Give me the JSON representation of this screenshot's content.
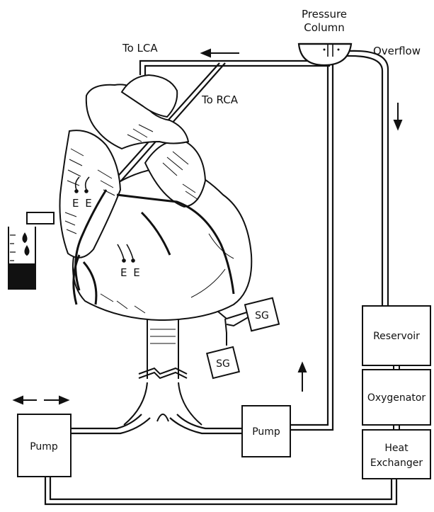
{
  "labels": {
    "pressure_column_line1": "Pressure",
    "pressure_column_line2": "Column",
    "overflow": "Overflow",
    "to_lca": "To LCA",
    "to_rca": "To RCA",
    "electrodes_upper": "E E",
    "electrodes_lower": "E E",
    "strain_gauge_1": "SG",
    "strain_gauge_2": "SG",
    "pump_left": "Pump",
    "pump_right": "Pump",
    "reservoir": "Reservoir",
    "oxygenator": "Oxygenator",
    "heat_exchanger_line1": "Heat",
    "heat_exchanger_line2": "Exchanger"
  },
  "colors": {
    "ink": "#111111",
    "paper": "#ffffff"
  }
}
